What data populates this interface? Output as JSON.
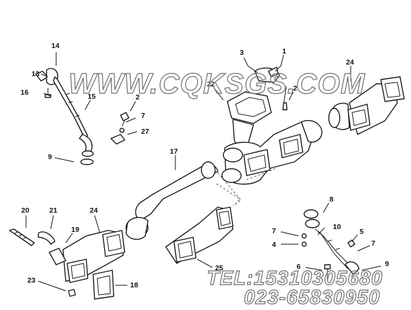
{
  "diagram": {
    "callouts": [
      "14",
      "13",
      "16",
      "15",
      "2",
      "7",
      "27",
      "9",
      "3",
      "1",
      "22",
      "2",
      "24",
      "17",
      "8",
      "20",
      "21",
      "24",
      "19",
      "7",
      "10",
      "4",
      "5",
      "7",
      "6",
      "9",
      "23",
      "18",
      "25"
    ],
    "colors": {
      "line": "#1a1a1a",
      "watermark_outline": "#6e6e6e"
    }
  },
  "watermark": {
    "site": "WWW.CQKSGS.COM",
    "tel": "TEL:15310305680",
    "phone": "023-65830950"
  }
}
